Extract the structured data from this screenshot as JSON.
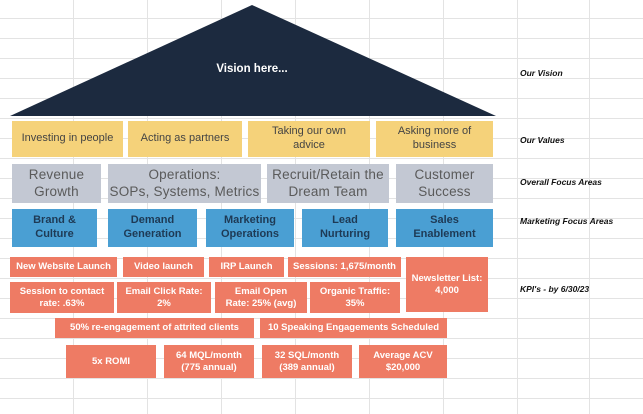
{
  "vision": {
    "text": "Vision here...",
    "roof_color": "#1c2a3f"
  },
  "values": [
    "Investing in people",
    "Acting as partners",
    "Taking our own\nadvice",
    "Asking more of\nbusiness"
  ],
  "focus_areas": [
    "Revenue\nGrowth",
    "Operations:\nSOPs, Systems, Metrics",
    "Recruit/Retain the\nDream Team",
    "Customer\nSuccess"
  ],
  "marketing_focus": [
    "Brand &\nCulture",
    "Demand\nGeneration",
    "Marketing\nOperations",
    "Lead\nNurturing",
    "Sales\nEnablement"
  ],
  "kpis": {
    "row1": [
      "New Website Launch",
      "Video launch",
      "IRP Launch",
      "Sessions: 1,675/month"
    ],
    "newsletter": "Newsletter List:\n4,000",
    "row2": [
      "Session to contact\nrate: .63%",
      "Email Click Rate:\n2%",
      "Email Open\nRate: 25% (avg)",
      "Organic Traffic:\n35%"
    ],
    "row3": [
      "50% re-engagement of attrited clients",
      "10 Speaking Engagements Scheduled"
    ],
    "row4": [
      "5x ROMI",
      "64 MQL/month\n(775 annual)",
      "32 SQL/month\n(389 annual)",
      "Average ACV\n$20,000"
    ]
  },
  "labels": {
    "vision": "Our Vision",
    "values": "Our Values",
    "overall": "Overall Focus Areas",
    "marketing": "Marketing Focus Areas",
    "kpis": "KPI's - by 6/30/23"
  },
  "colors": {
    "values": "#f5d27a",
    "focus": "#c3c8d3",
    "marketing": "#4a9fd3",
    "kpi": "#ee7b64",
    "grid": "#e3e3e3"
  }
}
